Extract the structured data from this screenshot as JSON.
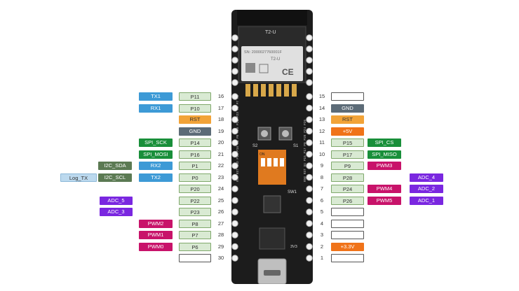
{
  "colors": {
    "pin_bg": "#d9ead3",
    "pin_border": "#7fa86b",
    "white_bg": "#ffffff",
    "blank_border": "#555555",
    "uart": "#3d9ad6",
    "spi": "#198f3a",
    "i2c": "#5b7a53",
    "adc": "#7a27e0",
    "pwm": "#c8136a",
    "gnd": "#5c6b77",
    "rst": "#f2a338",
    "power": "#f07319",
    "log": "#bcd9ee",
    "board": "#1c1c1c"
  },
  "board": {
    "module_label": "T2-U",
    "sn_text": "SN: 2000027760001F",
    "module_name": "T2-U",
    "ce_mark": "CE",
    "s2_label": "S2",
    "s1_label": "S1",
    "sw1_label": "SW1",
    "dip_label": "ON",
    "d_label": "3V3",
    "side_left": "RX0 RST GND P14 P16 P1 P0 P20 P22 P23 P8 P7 P6",
    "side_right": "RX0 RST 5U P15 P17 P9 P28 P24 P26"
  },
  "left_pins": [
    {
      "num": "16",
      "pin": "P11",
      "pin_style": "pin",
      "funcs": [
        {
          "text": "TX1",
          "type": "uart"
        }
      ]
    },
    {
      "num": "17",
      "pin": "P10",
      "pin_style": "pin",
      "funcs": [
        {
          "text": "RX1",
          "type": "uart"
        }
      ]
    },
    {
      "num": "18",
      "pin": "RST",
      "pin_style": "rst",
      "funcs": []
    },
    {
      "num": "19",
      "pin": "GND",
      "pin_style": "gnd",
      "funcs": []
    },
    {
      "num": "20",
      "pin": "P14",
      "pin_style": "pin",
      "funcs": [
        {
          "text": "SPI_SCK",
          "type": "spi"
        }
      ]
    },
    {
      "num": "21",
      "pin": "P16",
      "pin_style": "pin",
      "funcs": [
        {
          "text": "SPI_MOSI",
          "type": "spi"
        }
      ]
    },
    {
      "num": "22",
      "pin": "P1",
      "pin_style": "pin",
      "funcs": [
        {
          "text": "RX2",
          "type": "uart"
        },
        {
          "text": "I2C_SDA",
          "type": "i2c"
        }
      ]
    },
    {
      "num": "23",
      "pin": "P0",
      "pin_style": "pin",
      "funcs": [
        {
          "text": "TX2",
          "type": "uart"
        },
        {
          "text": "I2C_SCL",
          "type": "i2c"
        },
        {
          "text": "Log_TX",
          "type": "log"
        }
      ]
    },
    {
      "num": "24",
      "pin": "P20",
      "pin_style": "pin",
      "funcs": []
    },
    {
      "num": "25",
      "pin": "P22",
      "pin_style": "pin",
      "funcs": [
        {
          "text": "ADC_5",
          "type": "adc"
        }
      ]
    },
    {
      "num": "26",
      "pin": "P23",
      "pin_style": "pin",
      "funcs": [
        {
          "text": "ADC_3",
          "type": "adc"
        }
      ]
    },
    {
      "num": "27",
      "pin": "P8",
      "pin_style": "pin",
      "funcs": [
        {
          "text": "PWM2",
          "type": "pwm"
        }
      ]
    },
    {
      "num": "28",
      "pin": "P7",
      "pin_style": "pin",
      "funcs": [
        {
          "text": "PWM1",
          "type": "pwm"
        }
      ]
    },
    {
      "num": "29",
      "pin": "P6",
      "pin_style": "pin",
      "funcs": [
        {
          "text": "PWM0",
          "type": "pwm"
        }
      ]
    },
    {
      "num": "30",
      "pin": "",
      "pin_style": "blank",
      "funcs": []
    }
  ],
  "right_pins": [
    {
      "num": "15",
      "pin": "",
      "pin_style": "blank",
      "funcs": []
    },
    {
      "num": "14",
      "pin": "GND",
      "pin_style": "gnd",
      "funcs": []
    },
    {
      "num": "13",
      "pin": "RST",
      "pin_style": "rst",
      "funcs": []
    },
    {
      "num": "12",
      "pin": "+5V",
      "pin_style": "power",
      "funcs": []
    },
    {
      "num": "11",
      "pin": "P15",
      "pin_style": "pin",
      "funcs": [
        {
          "text": "SPI_CS",
          "type": "spi"
        }
      ]
    },
    {
      "num": "10",
      "pin": "P17",
      "pin_style": "pin",
      "funcs": [
        {
          "text": "SPI_MISO",
          "type": "spi"
        }
      ]
    },
    {
      "num": "9",
      "pin": "P9",
      "pin_style": "pin",
      "funcs": [
        {
          "text": "PWM3",
          "type": "pwm"
        }
      ]
    },
    {
      "num": "8",
      "pin": "P28",
      "pin_style": "pin",
      "funcs": [
        {
          "text": "",
          "type": "none"
        },
        {
          "text": "ADC_4",
          "type": "adc"
        }
      ]
    },
    {
      "num": "7",
      "pin": "P24",
      "pin_style": "pin",
      "funcs": [
        {
          "text": "PWM4",
          "type": "pwm"
        },
        {
          "text": "ADC_2",
          "type": "adc"
        }
      ]
    },
    {
      "num": "6",
      "pin": "P26",
      "pin_style": "pin",
      "funcs": [
        {
          "text": "PWM5",
          "type": "pwm"
        },
        {
          "text": "ADC_1",
          "type": "adc"
        }
      ]
    },
    {
      "num": "5",
      "pin": "",
      "pin_style": "blank",
      "funcs": []
    },
    {
      "num": "4",
      "pin": "",
      "pin_style": "blank",
      "funcs": []
    },
    {
      "num": "3",
      "pin": "",
      "pin_style": "blank",
      "funcs": []
    },
    {
      "num": "2",
      "pin": "+3.3V",
      "pin_style": "power",
      "funcs": []
    },
    {
      "num": "1",
      "pin": "",
      "pin_style": "blank",
      "funcs": []
    }
  ]
}
